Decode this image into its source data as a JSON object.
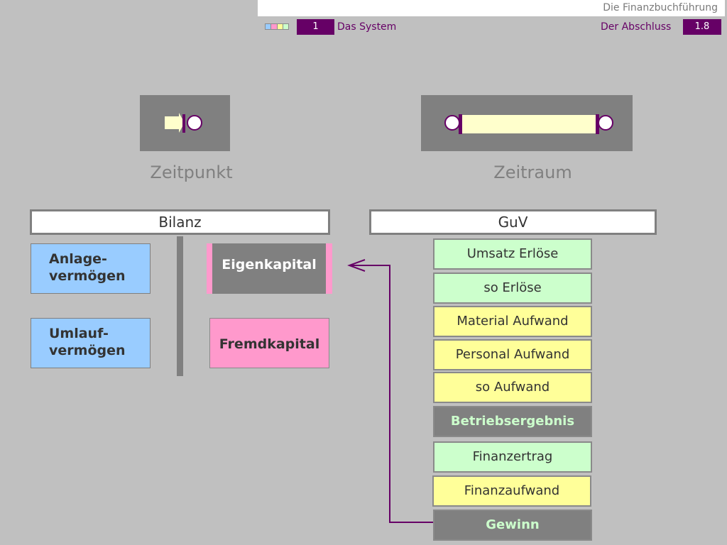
{
  "header": {
    "course_title": "Die Finanzbuchführung",
    "chapter_number": "1",
    "chapter_title": "Das System",
    "section_title": "Der Abschluss",
    "section_number": "1.8",
    "legend_colors": [
      "#99ccff",
      "#ff99cc",
      "#ffff99",
      "#ccffcc"
    ]
  },
  "diagram": {
    "point_label": "Zeitpunkt",
    "span_label": "Zeitraum"
  },
  "bilanz": {
    "title": "Bilanz",
    "assets": [
      {
        "line1": "Anlage-",
        "line2": "vermögen"
      },
      {
        "line1": "Umlauf-",
        "line2": "vermögen"
      }
    ],
    "liabilities": {
      "equity": "Eigenkapital",
      "debt": "Fremdkapital"
    }
  },
  "guv": {
    "title": "GuV",
    "items": [
      {
        "label": "Umsatz Erlöse",
        "kind": "green"
      },
      {
        "label": "so Erlöse",
        "kind": "green"
      },
      {
        "label": "Material Aufwand",
        "kind": "yellow"
      },
      {
        "label": "Personal Aufwand",
        "kind": "yellow"
      },
      {
        "label": "so Aufwand",
        "kind": "yellow"
      },
      {
        "label": "Betriebsergebnis",
        "kind": "result"
      },
      {
        "label": "Finanzertrag",
        "kind": "green"
      },
      {
        "label": "Finanzaufwand",
        "kind": "yellow"
      },
      {
        "label": "Gewinn",
        "kind": "result"
      }
    ]
  }
}
